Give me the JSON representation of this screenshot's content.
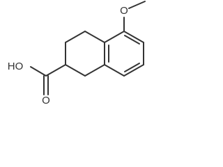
{
  "molecule": {
    "labels": {
      "methoxy_oxygen": "O",
      "hydroxyl": "HO",
      "carbonyl_oxygen": "O"
    },
    "colors": {
      "bond": "#333333",
      "text": "#333333",
      "background": "#ffffff"
    }
  }
}
